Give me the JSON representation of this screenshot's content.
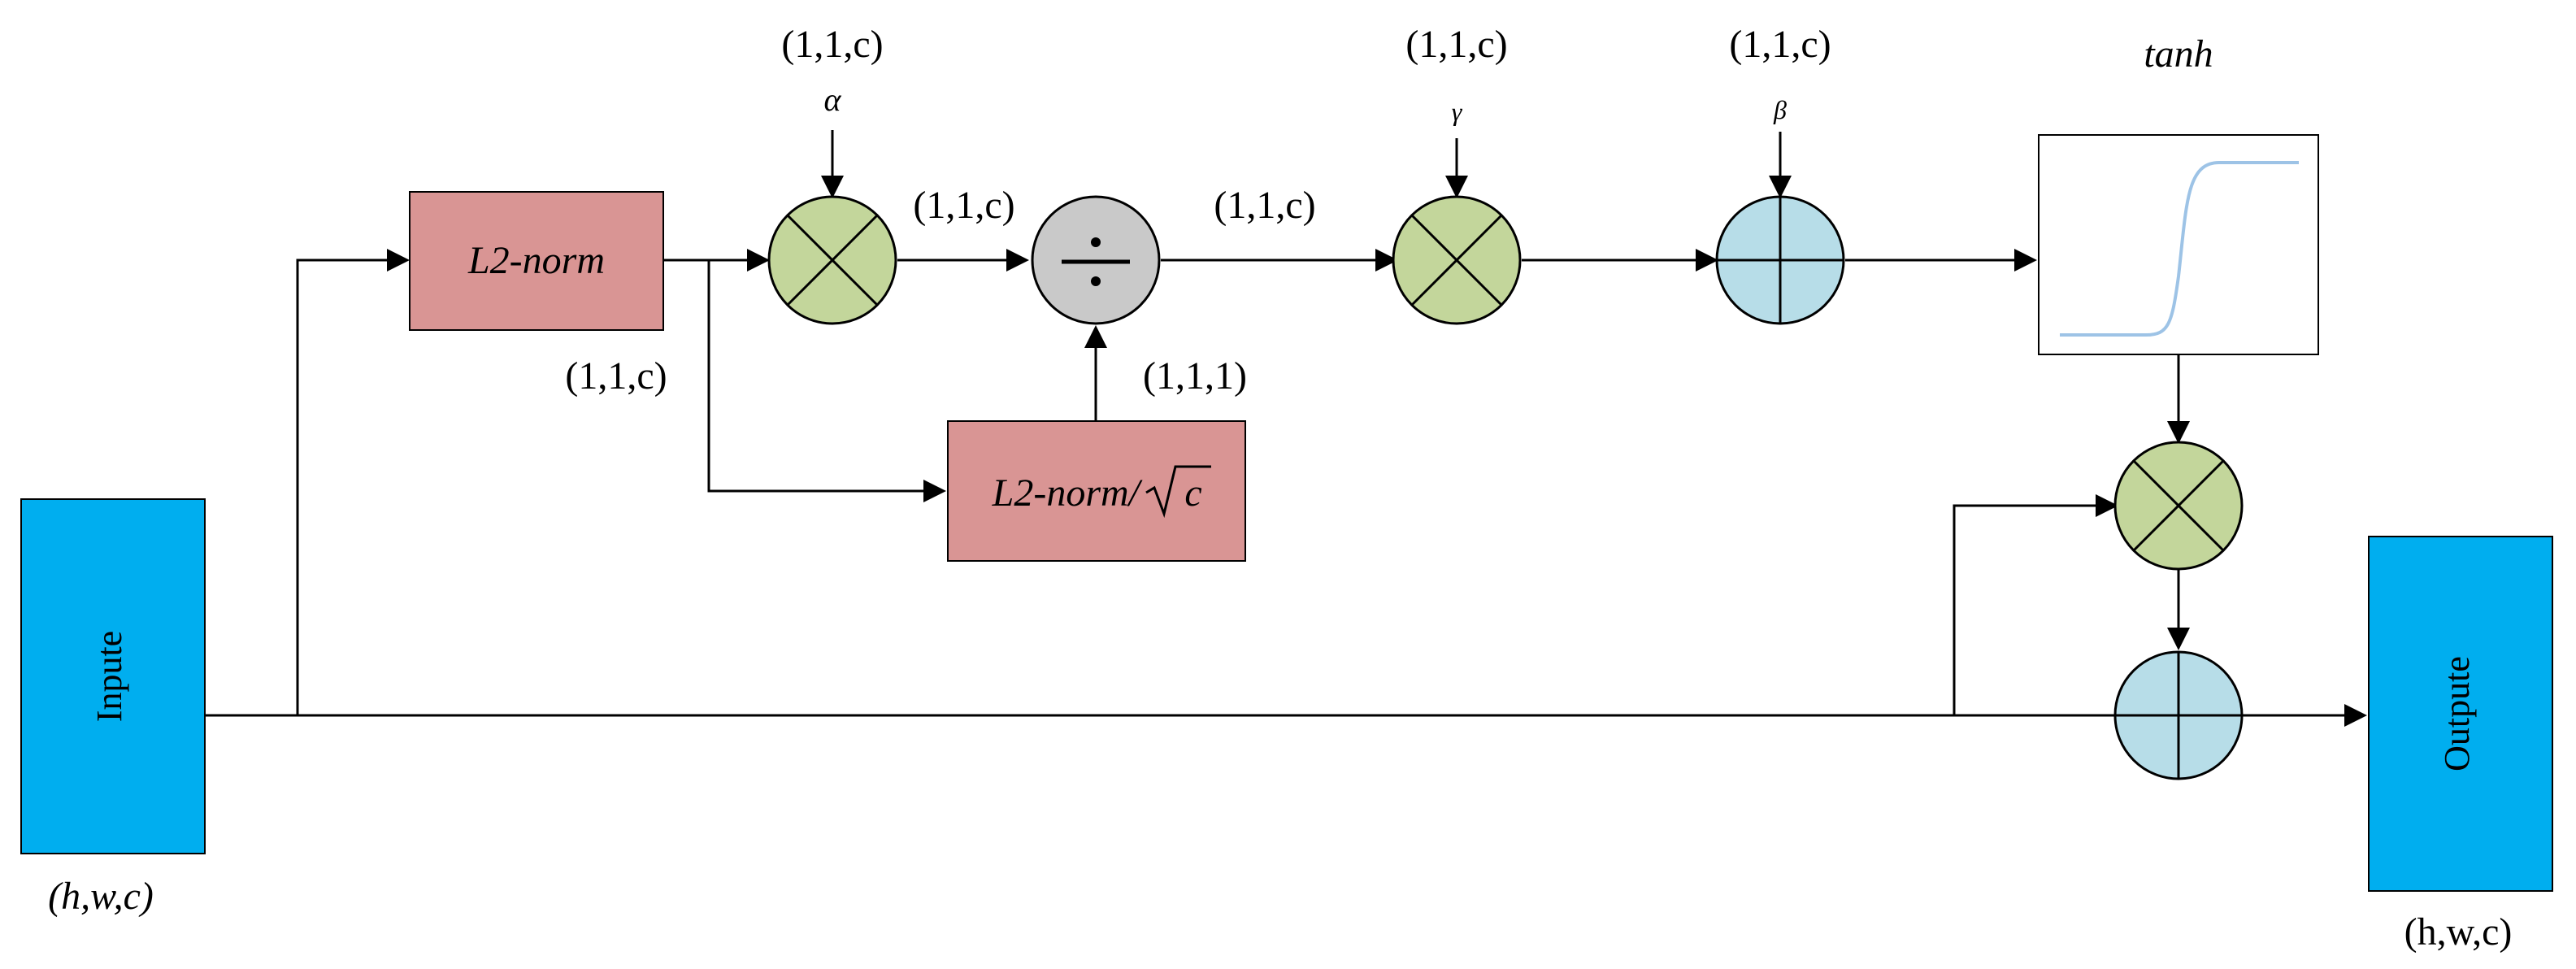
{
  "blocks": {
    "input": {
      "label": "Inpute",
      "shape": "(h,w,c)",
      "color": "#00AEEF"
    },
    "output": {
      "label": "Outpute",
      "shape": "(h,w,c)",
      "color": "#00AEEF"
    },
    "l2norm": {
      "label": "L2-norm",
      "color": "#D99594"
    },
    "l2norm_sqrt": {
      "label": "L2-norm/",
      "sqrt_arg": "c",
      "color": "#D99594"
    },
    "tanh": {
      "label": "tanh"
    }
  },
  "params": {
    "alpha": {
      "symbol": "α",
      "shape": "(1,1,c)"
    },
    "gamma": {
      "symbol": "γ",
      "shape": "(1,1,c)"
    },
    "beta": {
      "symbol": "β",
      "shape": "(1,1,c)"
    }
  },
  "edge_labels": {
    "after_alpha_mult": "(1,1,c)",
    "after_divide": "(1,1,c)",
    "l2norm_branch": "(1,1,c)",
    "sqrt_to_divide": "(1,1,1)"
  },
  "colors": {
    "multiply": "#C3D69B",
    "add": "#B7DDE8",
    "divide": "#C9C9C9",
    "tanh_curve": "#9DC3E6"
  }
}
